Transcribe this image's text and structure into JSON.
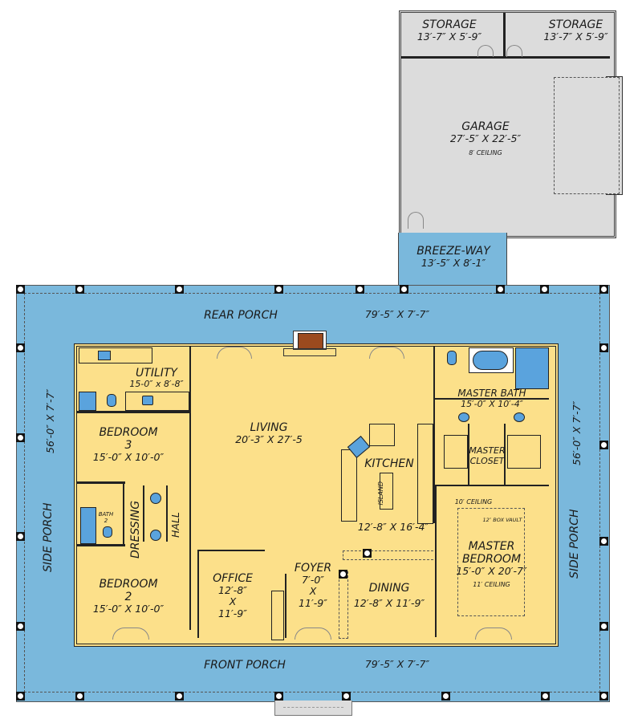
{
  "plan": {
    "rooms": {
      "storage_left": {
        "name": "STORAGE",
        "dims": "13′-7″ X 5′-9″"
      },
      "storage_right": {
        "name": "STORAGE",
        "dims": "13′-7″ X 5′-9″"
      },
      "garage": {
        "name": "GARAGE",
        "dims": "27′-5″ X 22′-5″",
        "note": "8′ CEILING"
      },
      "breezeway": {
        "name": "BREEZE-WAY",
        "dims": "13′-5″ X 8′-1″"
      },
      "rear_porch": {
        "name": "REAR PORCH",
        "dims": "79′-5″ X 7′-7″"
      },
      "front_porch": {
        "name": "FRONT PORCH",
        "dims": "79′-5″ X 7′-7″"
      },
      "side_porch_left": {
        "name": "SIDE PORCH",
        "dims": "56′-0″ X 7′-7″"
      },
      "side_porch_right": {
        "name": "SIDE PORCH",
        "dims": "56′-0″ X 7′-7″"
      },
      "utility": {
        "name": "UTILITY",
        "dims": "15-0″ x 8′-8″"
      },
      "bedroom3": {
        "name": "BEDROOM",
        "num": "3",
        "dims": "15′-0″ X 10′-0″"
      },
      "bath2": {
        "name": "BATH",
        "num": "2"
      },
      "dressing": {
        "name": "DRESSING"
      },
      "hall": {
        "name": "HALL"
      },
      "bedroom2": {
        "name": "BEDROOM",
        "num": "2",
        "dims": "15′-0″ X 10′-0″"
      },
      "living": {
        "name": "LIVING",
        "dims": "20′-3″ X 27′-5"
      },
      "kitchen": {
        "name": "KITCHEN",
        "dims": "12′-8″ X 16′-4″",
        "island": "ISLAND"
      },
      "office": {
        "name": "OFFICE",
        "w": "12′-8″",
        "x": "X",
        "h": "11′-9″"
      },
      "foyer": {
        "name": "FOYER",
        "w": "7′-0″",
        "x": "X",
        "h": "11′-9″"
      },
      "dining": {
        "name": "DINING",
        "dims": "12′-8″ X 11′-9″"
      },
      "master_bath": {
        "name": "MASTER BATH",
        "dims": "15′-0″ X 10′-4″"
      },
      "master_closet": {
        "name1": "MASTER",
        "name2": "CLOSET"
      },
      "master_bedroom": {
        "name1": "MASTER",
        "name2": "BEDROOM",
        "dims": "15′-0″ X 20′-7″",
        "ceiling": "11′ CEILING",
        "ceiling_low": "10′ CEILING",
        "vault": "12″ BOX VAULT"
      }
    },
    "colors": {
      "porch": "#7ab8dc",
      "interior": "#fce08a",
      "garage": "#dcdcdc",
      "fixture_blue": "#5aa3dd",
      "fireplace": "#9c4a1e"
    }
  }
}
